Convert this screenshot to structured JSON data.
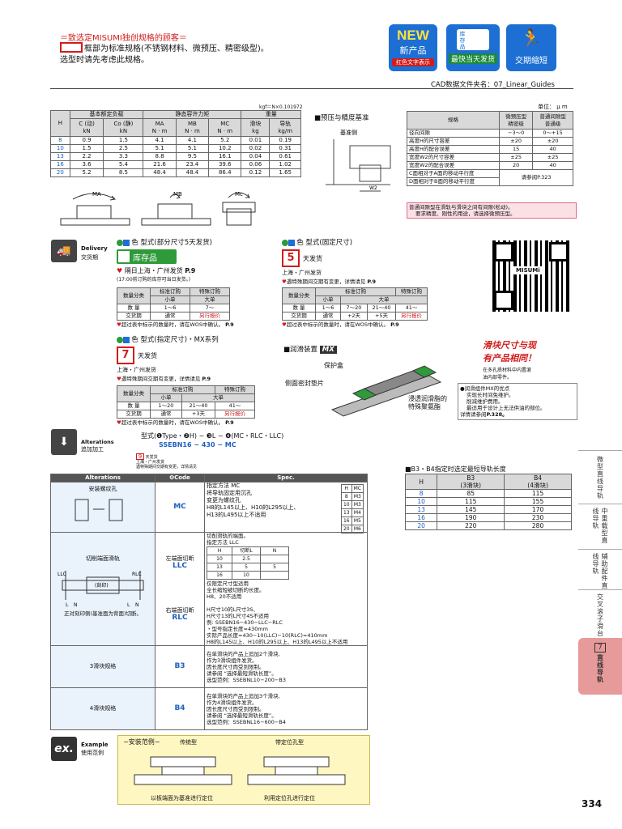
{
  "header": {
    "notice_line1": "＝致选定MISUMI独创规格的顾客＝",
    "notice_line2": "框部为标准规格(不锈钢材料、微预压、精密级型)。",
    "notice_line3": "选型时请先考虑此规格。",
    "badge_new": "NEW",
    "badge_new_sub": "新产品",
    "badge_new_tag": "红色文字表示",
    "badge_stock": "库存品",
    "badge_stock_sub": "最快当天发货",
    "badge_fast": "交期缩短",
    "cad_label": "CAD数据文件夹名：07_Linear_Guides",
    "unit_note_left": "kgf＝N×0.101972",
    "unit_note_right": "单位： μ m"
  },
  "load_table": {
    "group_headers": [
      "基本额定负载",
      "静态容许力矩",
      "重量"
    ],
    "col_H": "H",
    "cols": [
      "C (动)\nkN",
      "Co (静)\nkN",
      "MA\nN · m",
      "MB\nN · m",
      "MC\nN · m",
      "滑块\nkg",
      "导轨\nkg/m"
    ],
    "rows": [
      [
        "8",
        "0.9",
        "1.5",
        "4.1",
        "4.1",
        "5.2",
        "0.01",
        "0.19"
      ],
      [
        "10",
        "1.5",
        "2.5",
        "5.1",
        "5.1",
        "10.2",
        "0.02",
        "0.31"
      ],
      [
        "13",
        "2.2",
        "3.3",
        "8.8",
        "9.5",
        "16.1",
        "0.04",
        "0.61"
      ],
      [
        "16",
        "3.6",
        "5.4",
        "21.6",
        "23.4",
        "39.6",
        "0.06",
        "1.02"
      ],
      [
        "20",
        "5.2",
        "8.5",
        "48.4",
        "48.4",
        "86.4",
        "0.12",
        "1.65"
      ]
    ],
    "moment_labels": [
      "MA",
      "MB",
      "Mc"
    ]
  },
  "preload_section": {
    "title": "■预压与精度基准",
    "base_label": "基准侧",
    "w2_label": "W2"
  },
  "precision_table": {
    "headers": [
      "规格",
      "微预压型\n精密级",
      "普通间隙型\n普通级"
    ],
    "rows": [
      [
        "径向间隙",
        "−3〜0",
        "0〜+15"
      ],
      [
        "高度H的尺寸容差",
        "±20",
        "±20"
      ],
      [
        "高度H的配合误差",
        "15",
        "40"
      ],
      [
        "宽度W2的尺寸容差",
        "±25",
        "±25"
      ],
      [
        "宽度W2的配合误差",
        "20",
        "40"
      ],
      [
        "C面相对于A面的移动平行度",
        "请参阅P.323",
        ""
      ],
      [
        "D面相对于B面的移动平行度",
        "",
        ""
      ]
    ],
    "note1": "普通间隙型在滑轨与滑块之间有间隙(松动)。",
    "note2": "要求精度、刚性的用途，请选择微预压型。"
  },
  "delivery": {
    "label_en": "Delivery",
    "label_cn": "交货期",
    "block1": {
      "title": "色 型式(部分尺寸5天发货)",
      "badge": "库存品",
      "line1": "隔日上海・广州发货",
      "page_ref1": "P.9",
      "line2": "(17:00前订购的库存可当日发货。)",
      "qty_headers": [
        "数量分类",
        "标准订购",
        "特殊订购"
      ],
      "sub_headers": [
        "",
        "小单",
        "大单"
      ],
      "rows": [
        [
          "数 量",
          "1〜6",
          "7〜"
        ],
        [
          "交货期",
          "通常",
          "另行报价"
        ]
      ],
      "note": "超过表中标示的数量时，请在WOS中确认。",
      "note_ref": "P.9"
    },
    "block2": {
      "title": "色 型式(固定尺寸)",
      "badge_num": "5",
      "badge_text": "天发货",
      "line1": "上海・广州发货",
      "line2": "遇特殊期间交期有变更，详情请见",
      "page_ref": "P.9",
      "qty_headers": [
        "数量分类",
        "标准订购",
        "特殊订购"
      ],
      "sub_headers": [
        "",
        "小单",
        "大单"
      ],
      "rows": [
        [
          "数 量",
          "1〜6",
          "7〜20",
          "21〜40",
          "41〜"
        ],
        [
          "交货期",
          "通常",
          "+2天",
          "+5天",
          "另行报价"
        ]
      ],
      "note": "超过表中标示的数量时，请在WOS中确认。",
      "note_ref": "P.9"
    },
    "block3": {
      "title": "色 型式(指定尺寸)・MX系列",
      "badge_num": "7",
      "badge_text": "天发货",
      "line1": "上海・广州发货",
      "line2": "遇特殊期间交期有变更，详情请见",
      "page_ref": "P.9",
      "qty_headers": [
        "数量分类",
        "标准订购",
        "特殊订购"
      ],
      "sub_headers": [
        "",
        "小单",
        "大单"
      ],
      "rows": [
        [
          "数 量",
          "1〜20",
          "21〜40",
          "41〜"
        ],
        [
          "交货期",
          "通常",
          "+3天",
          "另行报价"
        ]
      ],
      "note": "超过表中标示的数量时，请在WOS中确认。",
      "note_ref": "P.9"
    }
  },
  "qr": {
    "brand": "MISUMi"
  },
  "promo": {
    "line1": "滑块尺寸与现",
    "line2": "有产品相同！",
    "sub1": "在多孔质材料中内置滚",
    "sub2": "油内部零件。"
  },
  "lubrication": {
    "title": "■润滑装置",
    "mx": "MX",
    "label_cover": "保护盒",
    "label_seal": "侧面密封垫片",
    "label_resin": "浸透润滑脂的",
    "label_resin2": "特殊聚氨酯",
    "benefits": [
      "●润滑组件MX的优点",
      "实现长时间免维护。",
      "削减维护费用。",
      "最适用于设计上无法供油的部位。",
      "详情请参阅",
      "P.328。"
    ]
  },
  "alterations": {
    "label_en": "Alterations",
    "label_cn": "追加加工",
    "formula": "型式(❶Type・❷H) − ❸L − ❹(MC・RLC・LLC)",
    "example": "SSEBN16 − 430 − MC",
    "mini_badge": "9",
    "mini_text": "天发货",
    "mini_sub1": "上海・广州发货",
    "mini_sub2": "遇特殊期间交期有变更，详情请见",
    "headers": [
      "Alterations",
      "❹Code",
      "Spec."
    ],
    "rows": [
      {
        "name": "安装螺纹孔",
        "code": "MC",
        "spec": [
          "指定方法 MC",
          "将导轨固定用沉孔",
          "变更为螺纹孔",
          "H8的L145以上、H10的L295以上、",
          "H13的L495以上不适用"
        ],
        "subtable_h": [
          "8",
          "10",
          "13",
          "16",
          "20"
        ],
        "subtable_m": [
          "M3",
          "M3",
          "M4",
          "M5",
          "M6"
        ],
        "subheaders": [
          "H",
          "MC"
        ]
      },
      {
        "name": "切削端面滑轨",
        "code_left": "左端面切断",
        "code_left_val": "LLC",
        "code_right": "右端面切断",
        "code_right_val": "RLC",
        "spec": [
          "切削滑轨的端面。",
          "指定方法 LLC",
          "仅限定尺寸型适用",
          "全长缩短被切断的长度。",
          "H8、20不适用",
          "H尺寸10的L尺寸3S、",
          "H尺寸13的L尺寸4S不适用",
          "例: SSEBN16−430−LLC−RLC",
          "・型号指定长度=430mm",
          "实际产品长度=430−10(LLC)−10(RLC)=410mm",
          "H8的L145以上、H10的L295以上、H13的L495以上不适用"
        ],
        "sub_h": [
          "H",
          "10",
          "13",
          "16"
        ],
        "sub_cut": [
          "切断L",
          "2.5",
          "5",
          "10"
        ],
        "sub_n": [
          "N",
          "",
          "5",
          ""
        ],
        "diagram_labels": [
          "LLC",
          "RLC",
          "(刻印)",
          "L",
          "N",
          "L",
          "N"
        ],
        "footer_text": "正对刻印侧(基准面为背面)切断。"
      },
      {
        "name": "3滑块规格",
        "code": "B3",
        "spec": [
          "在单滑块的产品上追加2个滑块,",
          "作为3滑块组件发货。",
          "因长度尺寸而受到限制。",
          "请参阅 “选择最短滑轨长度”。",
          "选型范例：SSEBNL10−200−B3"
        ]
      },
      {
        "name": "4滑块规格",
        "code": "B4",
        "spec": [
          "在单滑块的产品上追加3个滑块,",
          "作为4滑块组件发货。",
          "因长度尺寸而受到限制。",
          "请参阅 “选择最短滑轨长度”。",
          "选型范例：SSEBNL16−600−B4"
        ]
      }
    ]
  },
  "b3b4": {
    "title": "■B3・B4指定时选定最短导轨长度",
    "headers": [
      "H",
      "B3\n(3滑块)",
      "B4\n(4滑块)"
    ],
    "rows": [
      [
        "8",
        "85",
        "115"
      ],
      [
        "10",
        "115",
        "155"
      ],
      [
        "13",
        "145",
        "170"
      ],
      [
        "16",
        "190",
        "230"
      ],
      [
        "20",
        "220",
        "280"
      ]
    ]
  },
  "example": {
    "label_en": "Example",
    "label_cn": "使用范例",
    "title": "−安装范例−",
    "left_title": "传统型",
    "right_title": "带定位孔型",
    "left_caption": "以板端面为基准进行定位",
    "right_caption": "利用定位孔进行定位"
  },
  "side_nav": [
    {
      "label": "微型直线导轨"
    },
    {
      "label": "中重载型直线导轨"
    },
    {
      "label": "辅助配件直线导轨"
    },
    {
      "label": "交叉滚子滑台"
    },
    {
      "label": "直线导轨",
      "num": "7",
      "active": true
    }
  ],
  "page_number": "334"
}
